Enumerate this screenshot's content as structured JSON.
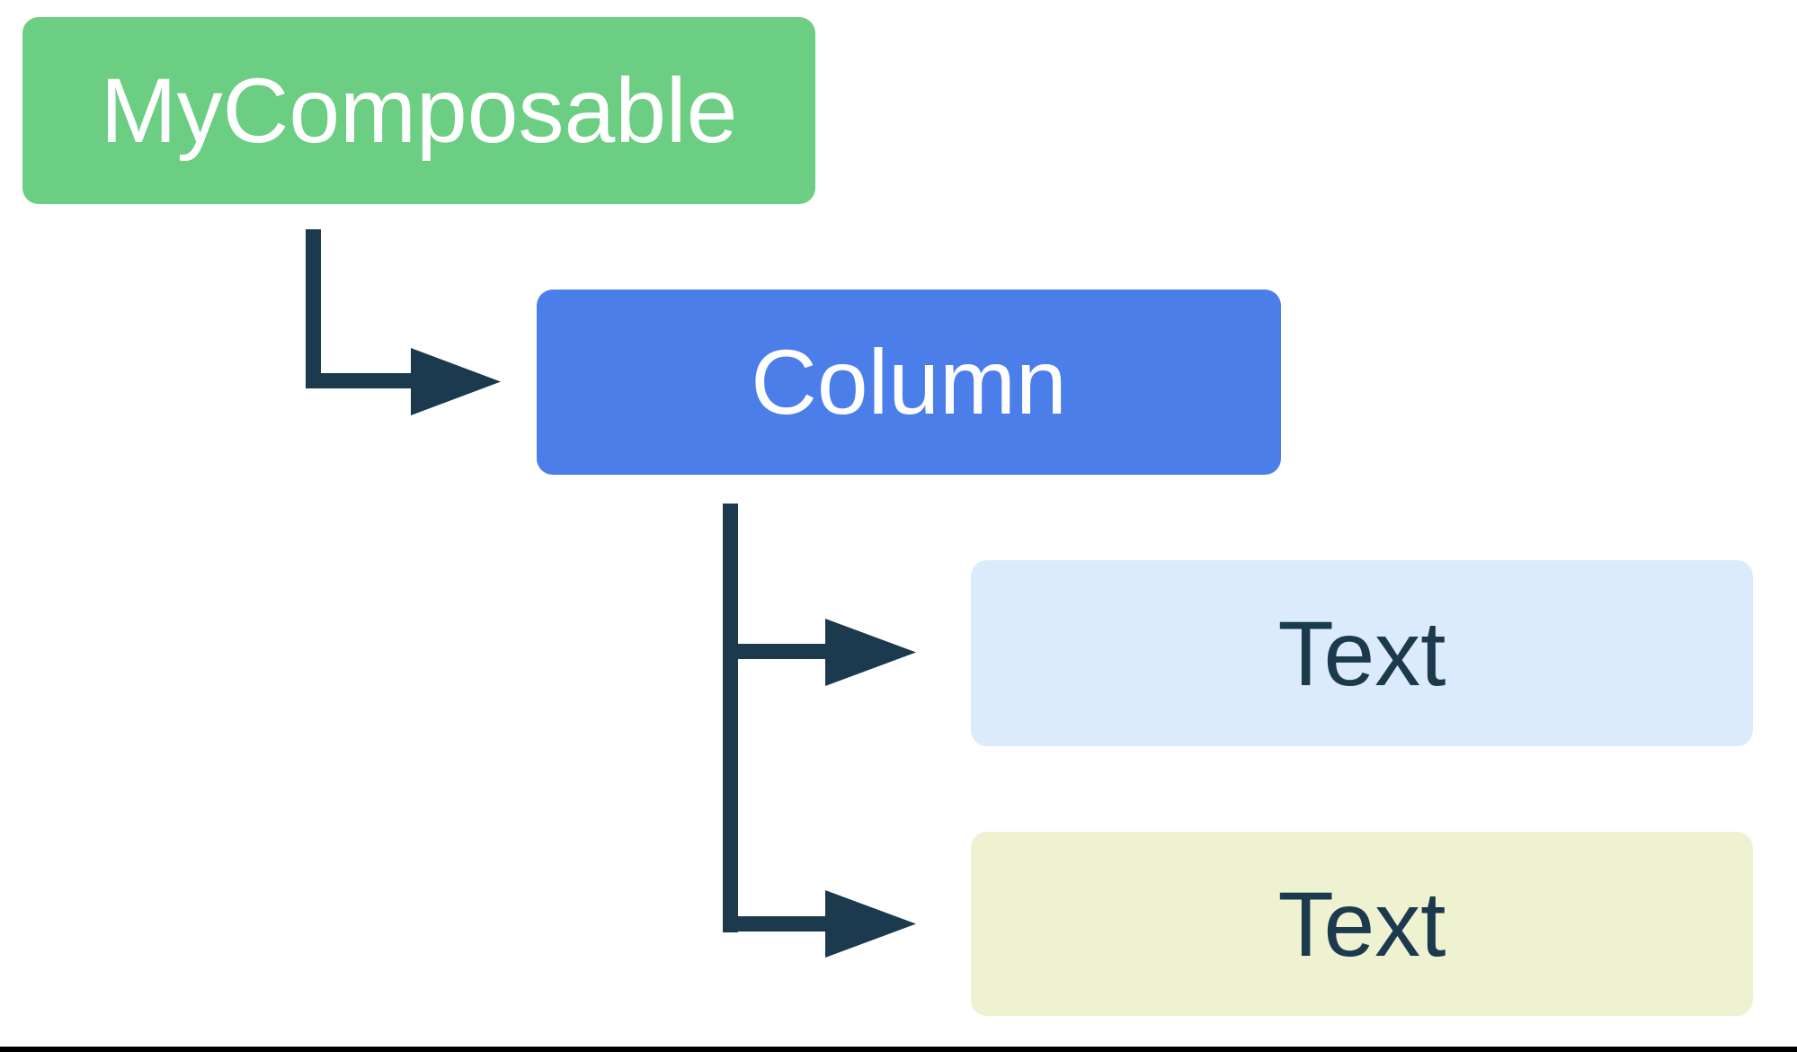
{
  "diagram": {
    "description_visible_text_only": "",
    "nodes": [
      {
        "id": "my-composable",
        "label": "MyComposable",
        "fill": "#6CCE82",
        "text_color": "#FFFFFF"
      },
      {
        "id": "column",
        "label": "Column",
        "fill": "#4B7EE9",
        "text_color": "#FFFFFF"
      },
      {
        "id": "text-1",
        "label": "Text",
        "fill": "#DCEBFB",
        "text_color": "#1C3A4D"
      },
      {
        "id": "text-2",
        "label": "Text",
        "fill": "#EFF2D1",
        "text_color": "#1C3A4D"
      }
    ],
    "connectors": {
      "color": "#1C3A4D",
      "style": "elbow-right-arrow",
      "edges": [
        {
          "from": "my-composable",
          "to": "column"
        },
        {
          "from": "column",
          "to": "text-1"
        },
        {
          "from": "column",
          "to": "text-2"
        }
      ]
    },
    "background_color": "#FFFFFF",
    "bottom_border_color": "#000000"
  }
}
